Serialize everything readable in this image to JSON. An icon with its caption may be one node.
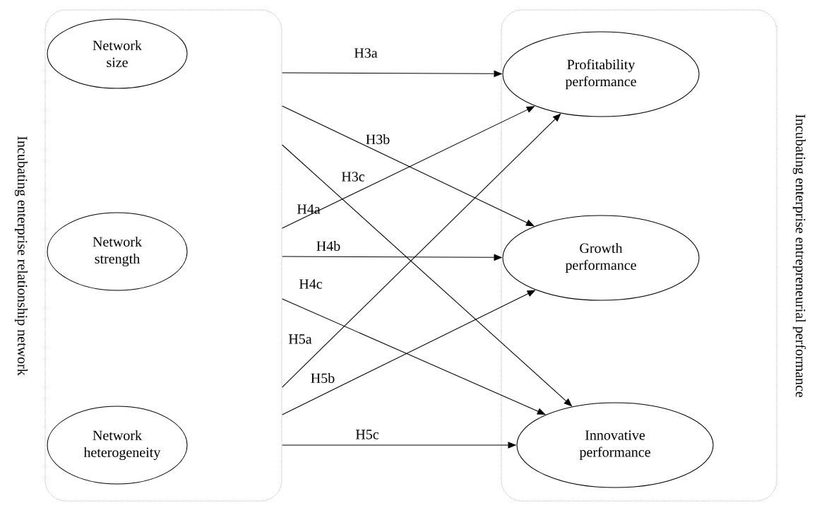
{
  "diagram": {
    "nodes": [
      {
        "text": [
          "Incubating enterprise relationship network"
        ]
      },
      {
        "text": [
          "Network size"
        ],
        "in": 0
      },
      {
        "text": [
          "Network strength"
        ],
        "in": 0
      },
      {
        "text": [
          "Network heterogeneity"
        ],
        "in": 0
      },
      {
        "text": [
          "Incubating enterprise entrepreneurial performance"
        ]
      },
      {
        "text": [
          "Profitability performance"
        ],
        "in": 4
      },
      {
        "text": [
          "Growth performance"
        ],
        "in": 4
      },
      {
        "text": [
          "Innovative performance"
        ],
        "in": 4
      }
    ],
    "edges": [
      {
        "from": 0,
        "to": 5,
        "arrow": "to",
        "label": "H3a"
      },
      {
        "from": 0,
        "to": 6,
        "arrow": "to",
        "label": "H3b"
      },
      {
        "from": 0,
        "to": 7,
        "arrow": "to",
        "label": "H3c"
      },
      {
        "from": 0,
        "to": 5,
        "arrow": "to",
        "label": "H4a"
      },
      {
        "from": 0,
        "to": 6,
        "arrow": "to",
        "label": "H4b"
      },
      {
        "from": 0,
        "to": 7,
        "arrow": "to",
        "label": "H4c"
      },
      {
        "from": 0,
        "to": 5,
        "arrow": "to",
        "label": "H5a"
      },
      {
        "from": 0,
        "to": 6,
        "arrow": "to",
        "label": "H5b"
      },
      {
        "from": 0,
        "to": 7,
        "arrow": "to",
        "label": "H5c"
      }
    ]
  }
}
